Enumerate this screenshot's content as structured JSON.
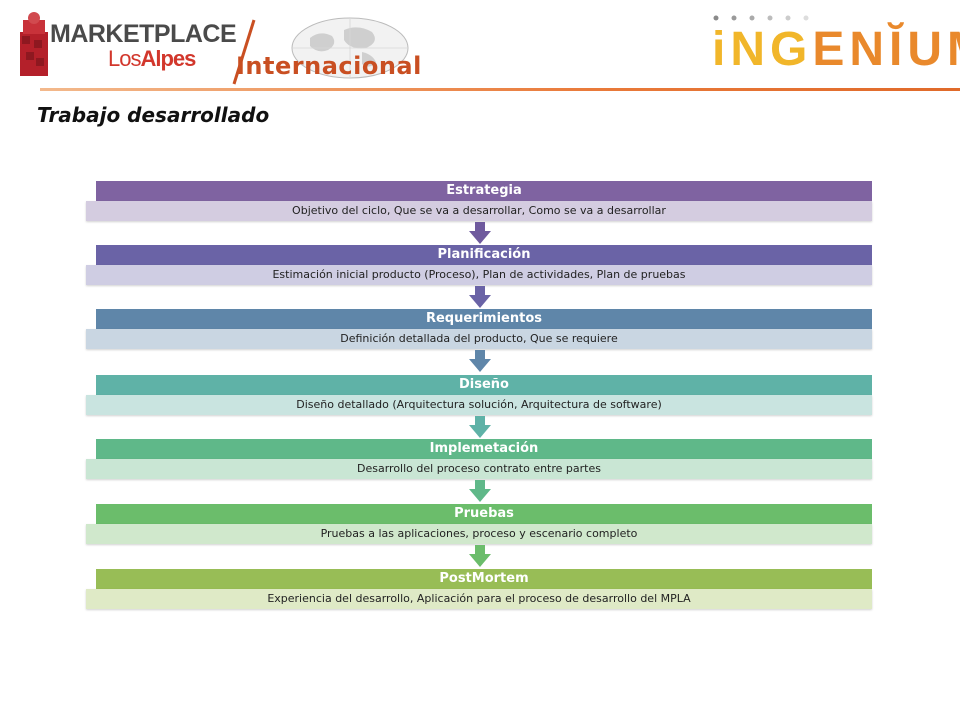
{
  "header": {
    "marketplace_text": "MARKETPLACE",
    "los": "Los",
    "alpes": "Alpes",
    "internacional": "Internacional",
    "ingenium_part1": "iNG",
    "ingenium_part2": "ENĬUM"
  },
  "page_title": "Trabajo desarrollado",
  "phases": [
    {
      "title": "Estrategia",
      "desc": "Objetivo del ciclo, Que se va a desarrollar, Como se va a desarrollar",
      "color": "#7f63a1",
      "light": "#d4cce0"
    },
    {
      "title": "Planificación",
      "desc": "Estimación inicial producto (Proceso), Plan de actividades, Plan de pruebas",
      "color": "#6a63a6",
      "light": "#cfcde3"
    },
    {
      "title": "Requerimientos",
      "desc": "Definición detallada del producto, Que se requiere",
      "color": "#5f86a9",
      "light": "#c9d6e2"
    },
    {
      "title": "Diseño",
      "desc": "Diseño detallado (Arquitectura solución, Arquitectura de software)",
      "color": "#5fb2a7",
      "light": "#c9e4e0"
    },
    {
      "title": "Implemetación",
      "desc": "Desarrollo del proceso contrato entre partes",
      "color": "#5fb889",
      "light": "#c9e6d4"
    },
    {
      "title": "Pruebas",
      "desc": "Pruebas a las aplicaciones, proceso y escenario completo",
      "color": "#6bbd6b",
      "light": "#d0e8cc"
    },
    {
      "title": "PostMortem",
      "desc": "Experiencia del desarrollo,  Aplicación para el proceso de desarrollo del MPLA",
      "color": "#98bd56",
      "light": "#dfeac6"
    }
  ]
}
